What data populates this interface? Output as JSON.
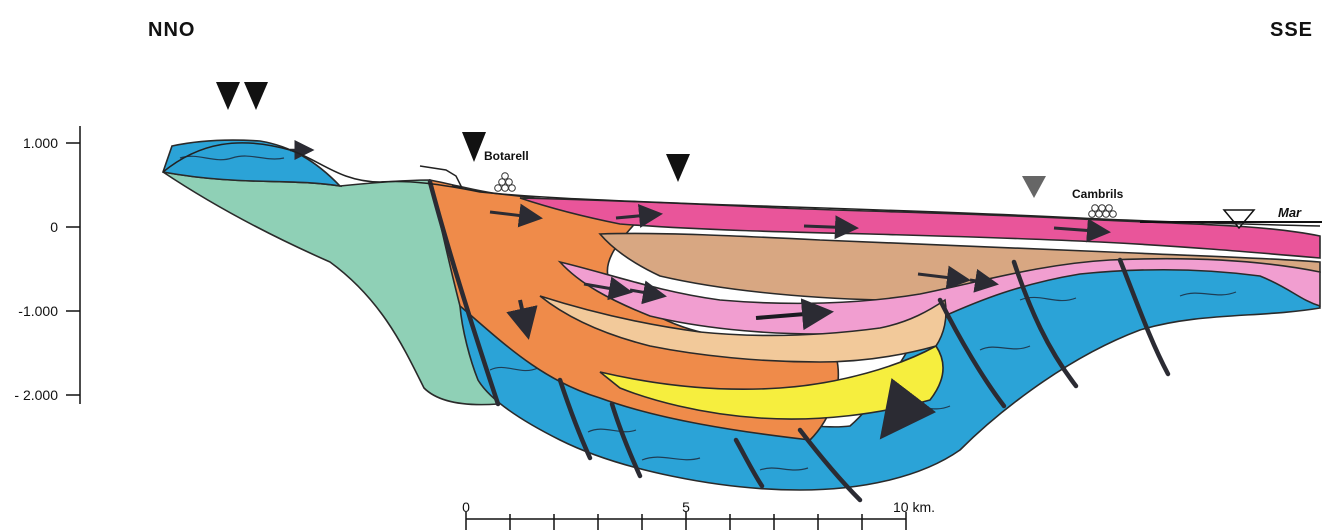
{
  "orientation": {
    "left": "NNO",
    "right": "SSE"
  },
  "depth_axis": {
    "ticks": [
      {
        "label": "1.000",
        "value": 1000
      },
      {
        "label": "0",
        "value": 0
      },
      {
        "label": "-1.000",
        "value": -1000
      },
      {
        "label": "- 2.000",
        "value": -2000
      }
    ]
  },
  "places": {
    "botarell": "Botarell",
    "cambrils": "Cambrils"
  },
  "sea_label": "Mar",
  "scale_bar": {
    "labels": [
      "0",
      "5",
      "10 km."
    ],
    "max_km": 10
  },
  "colors": {
    "green_unit": "#8fd0b6",
    "blue_unit": "#2ba3d7",
    "orange_unit": "#ef8b4a",
    "magenta_unit": "#e9559a",
    "light_pink_unit": "#f19ed0",
    "tan_unit": "#d8a782",
    "light_tan_unit": "#f2c99a",
    "yellow_unit": "#f6ee3e"
  }
}
